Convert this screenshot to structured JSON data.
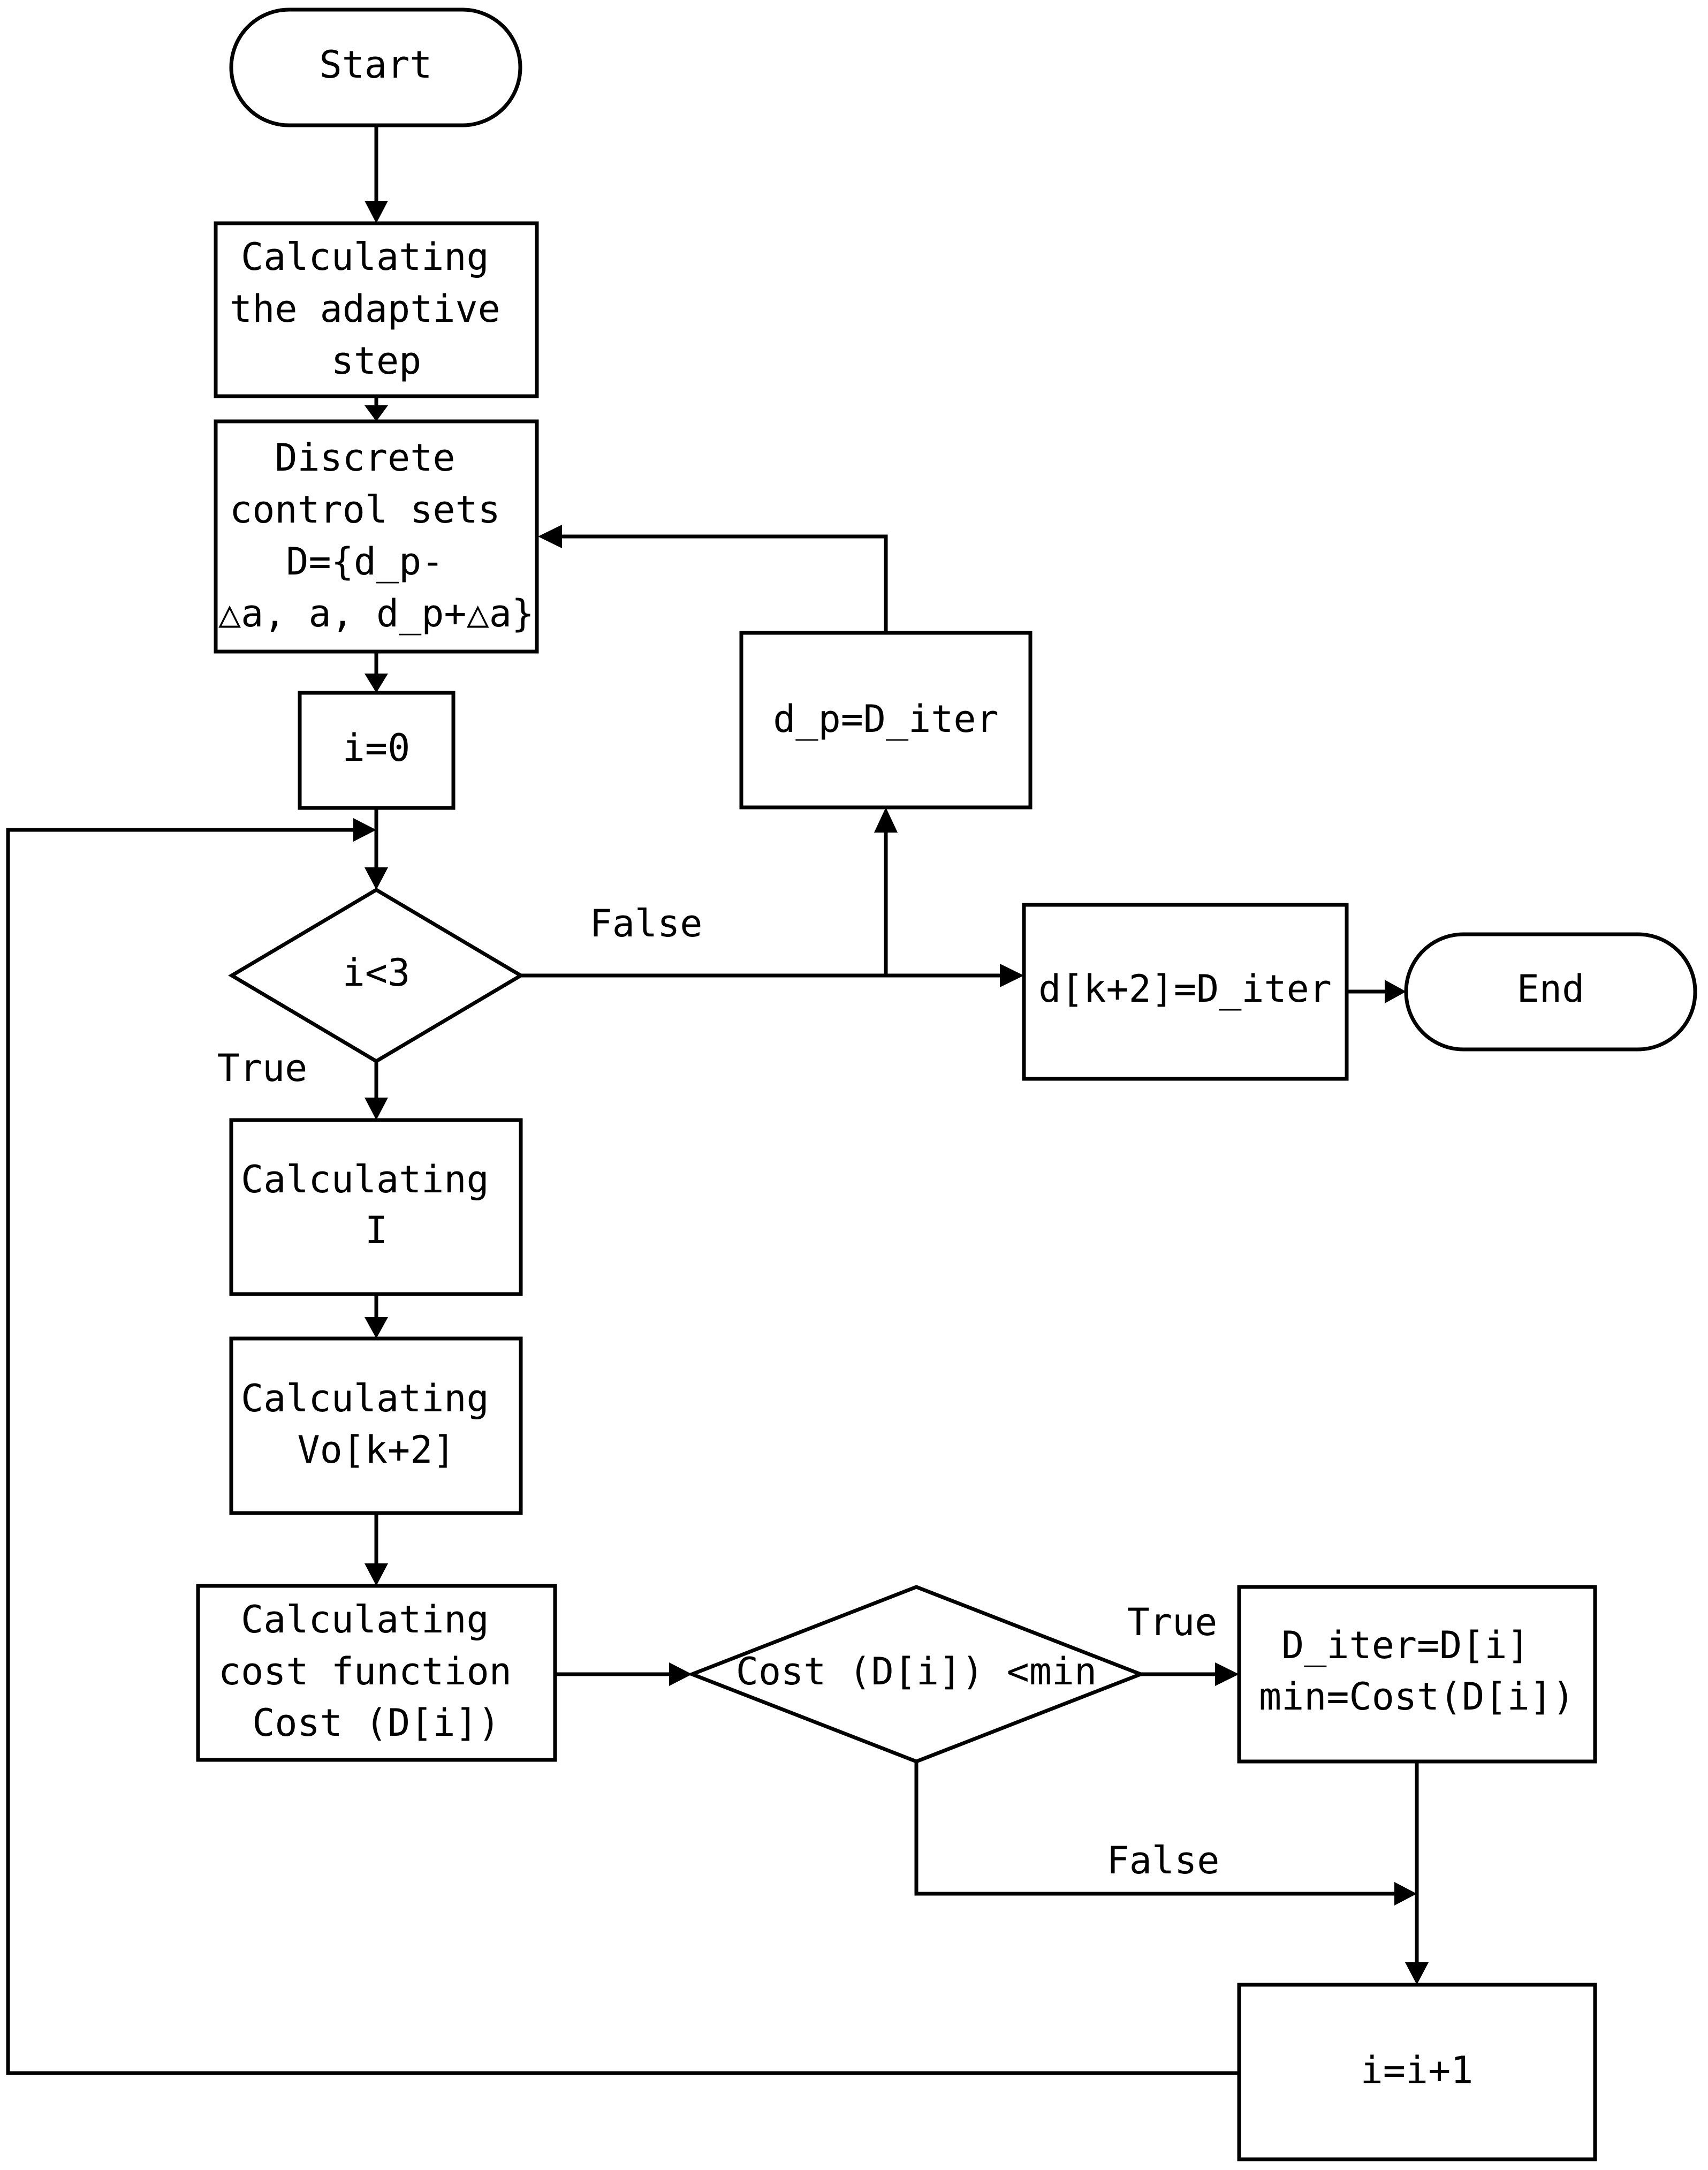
{
  "nodes": {
    "start": {
      "lines": [
        "Start"
      ]
    },
    "adaptive_step": {
      "lines": [
        "Calculating",
        "the adaptive",
        "step"
      ]
    },
    "discrete_sets": {
      "lines": [
        "Discrete",
        "control sets",
        "D={d_p-",
        "△a, a, d_p+△a}"
      ]
    },
    "init_i": {
      "lines": [
        "i=0"
      ]
    },
    "cond_i": {
      "lines": [
        "i<3"
      ]
    },
    "dp_update": {
      "lines": [
        "d_p=D_iter"
      ]
    },
    "d_out": {
      "lines": [
        "d[k+2]=D_iter"
      ]
    },
    "end": {
      "lines": [
        "End"
      ]
    },
    "calc_I": {
      "lines": [
        "Calculating",
        "I"
      ]
    },
    "calc_vo": {
      "lines": [
        "Calculating",
        "Vo[k+2]"
      ]
    },
    "cost_fn": {
      "lines": [
        "Calculating",
        "cost function",
        "Cost (D[i])"
      ]
    },
    "cond_cost": {
      "lines": [
        "Cost (D[i]) <min"
      ]
    },
    "update_min": {
      "lines": [
        "D_iter=D[i]",
        "min=Cost(D[i])"
      ]
    },
    "inc_i": {
      "lines": [
        "i=i+1"
      ]
    }
  },
  "edge_labels": {
    "cond_i_false": "False",
    "cond_i_true": "True",
    "cond_cost_true": "True",
    "cond_cost_false": "False"
  },
  "colors": {
    "stroke": "#000000",
    "fill": "#ffffff",
    "text": "#000000"
  }
}
